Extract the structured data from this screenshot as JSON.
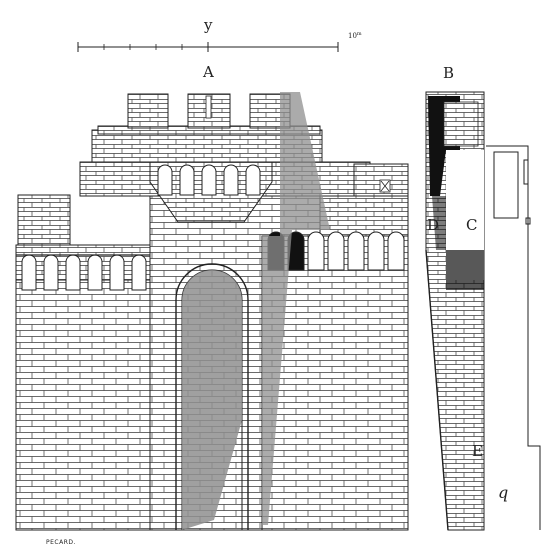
{
  "scale": {
    "top_mark": "y",
    "end_label": "10",
    "end_label_sup": "m"
  },
  "labels": {
    "a": "A",
    "b": "B",
    "c": "C",
    "d": "D",
    "e": "E"
  },
  "signature": "PECARD.",
  "hand_mark": "q",
  "colors": {
    "ink": "#222222",
    "shade": "#8f8f8f",
    "dark": "#111111",
    "paper": "#ffffff"
  }
}
